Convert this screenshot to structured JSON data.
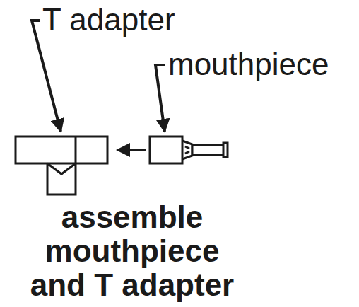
{
  "diagram": {
    "caption": "assemble mouthpiece and T adapter",
    "labels": [
      "T adapter",
      "mouthpiece"
    ]
  }
}
